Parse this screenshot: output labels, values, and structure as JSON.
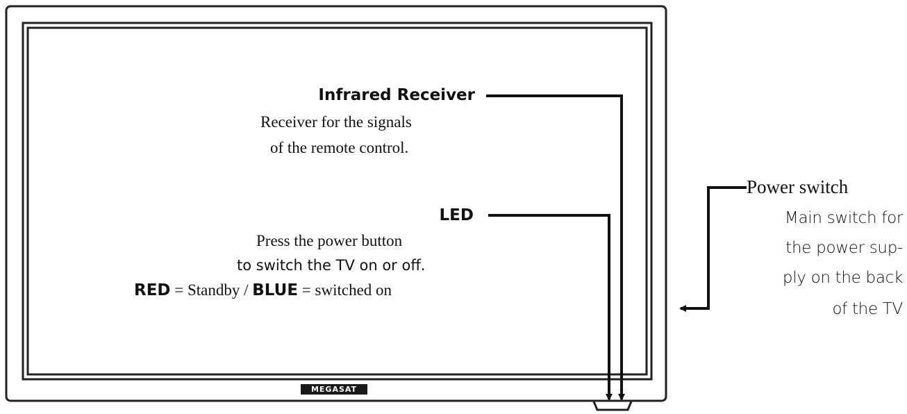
{
  "infrared_receiver": {
    "title": "Infrared Receiver",
    "description_line1": "Receiver for the signals",
    "description_line2": "of the remote control."
  },
  "led": {
    "title": "LED",
    "description_line1": "Press the power button",
    "description_line2": "to switch the TV on or off.",
    "red_label": "RED",
    "red_text": " = Standby / ",
    "blue_label": "BLUE",
    "blue_text": " = switched on"
  },
  "power_switch": {
    "title": "Power switch",
    "description_lines": [
      "Main switch for",
      "the power sup-",
      "ply on the back",
      "of the TV"
    ]
  },
  "brand_logo": "MEGASAT"
}
